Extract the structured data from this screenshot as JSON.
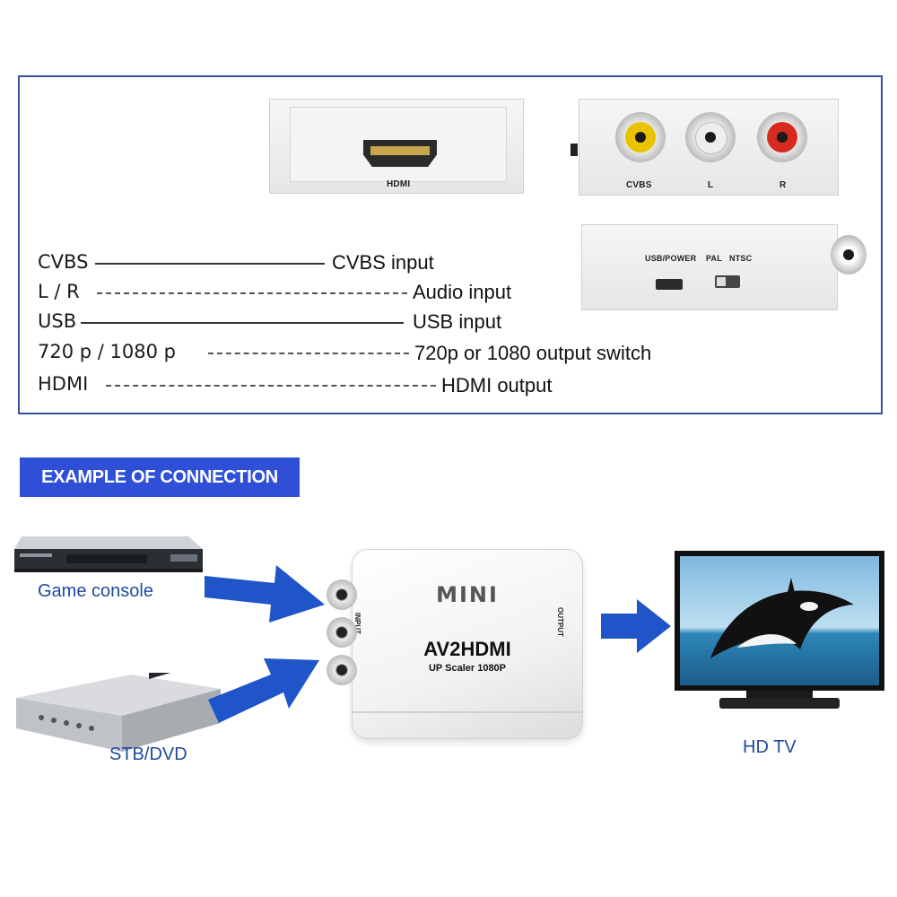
{
  "panel": {
    "hdmi_side_label": "HDMI",
    "av_side_labels": [
      "CVBS",
      "L",
      "R"
    ],
    "usb_side": {
      "usb_label": "USB/POWER",
      "pal_label": "PAL",
      "ntsc_label": "NTSC"
    },
    "legend": [
      {
        "key": "CVBS",
        "desc": "CVBS input",
        "line": "solid"
      },
      {
        "key": "L / R",
        "desc": "Audio input",
        "line": "dashed"
      },
      {
        "key": "USB",
        "desc": "USB input",
        "line": "solid"
      },
      {
        "key": "720 p / 1080 p",
        "desc": "720p or 1080 output switch",
        "line": "dashed"
      },
      {
        "key": "HDMI",
        "desc": "HDMI output",
        "line": "dashed"
      }
    ]
  },
  "section_title": "EXAMPLE OF CONNECTION",
  "connection": {
    "game_console_label": "Game console",
    "stb_label": "STB/DVD",
    "tv_label": "HD TV",
    "converter": {
      "brand": "MINI",
      "model": "AV2HDMI",
      "subtitle": "UP Scaler 1080P",
      "input_label": "INPUT",
      "output_label": "OUTPUT"
    }
  },
  "colors": {
    "frame": "#3a4fa0",
    "banner": "#2f4fd6",
    "arrow": "#1f55c8",
    "caption": "#1f4aa0"
  }
}
